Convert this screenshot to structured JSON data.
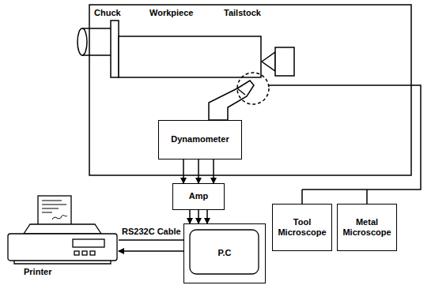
{
  "diagram": {
    "nodes": [
      {
        "text": [
          "Dynamometer"
        ]
      },
      {
        "text": [
          "Amp"
        ]
      },
      {
        "text": [
          "Tool Microscope"
        ]
      },
      {
        "text": [
          "Metal Microscope"
        ]
      },
      {
        "text": [
          "Printer"
        ]
      },
      {
        "text": [
          "P.C"
        ]
      }
    ],
    "edges": [
      {
        "from": 0,
        "to": 1,
        "arrow": "to"
      },
      {
        "from": 0,
        "to": 1,
        "arrow": "to"
      },
      {
        "from": 0,
        "to": 1,
        "arrow": "to"
      },
      {
        "from": 1,
        "to": 5,
        "arrow": "to"
      },
      {
        "from": 1,
        "to": 5,
        "arrow": "to"
      },
      {
        "from": 1,
        "to": 5,
        "arrow": "to"
      },
      {
        "from": 5,
        "to": 4,
        "label": "RS232C Cable",
        "arrow": "none"
      },
      {
        "from": 5,
        "to": 4,
        "arrow": "to"
      }
    ],
    "labels": [
      "Chuck",
      "Workpiece",
      "Tailstock"
    ]
  }
}
